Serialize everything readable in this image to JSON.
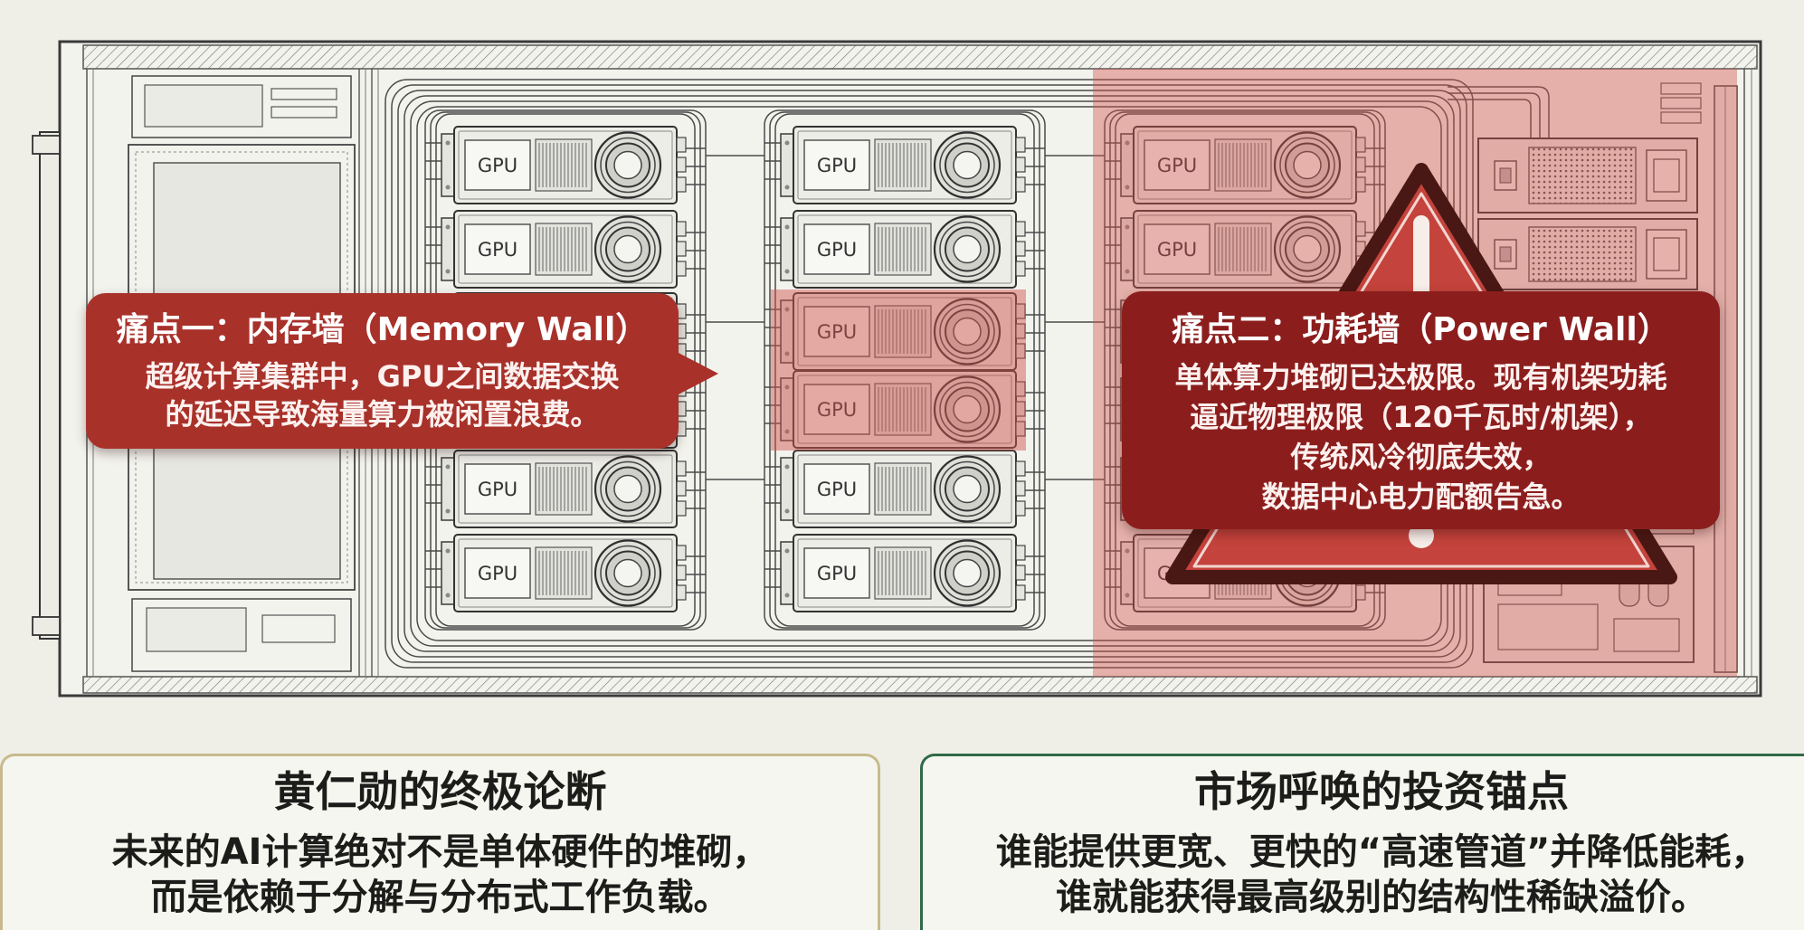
{
  "diagram": {
    "gpu_label": "GPU"
  },
  "callouts": [
    {
      "title": "痛点一：内存墙（Memory Wall）",
      "lines": [
        "超级计算集群中，GPU之间数据交换",
        "的延迟导致海量算力被闲置浪费。"
      ]
    },
    {
      "title": "痛点二：功耗墙（Power Wall）",
      "lines": [
        "单体算力堆砌已达极限。现有机架功耗",
        "逼近物理极限（120千瓦时/机架），",
        "传统风冷彻底失效，",
        "数据中心电力配额告急。"
      ]
    }
  ],
  "cards": [
    {
      "title": "黄仁勋的终极论断",
      "lines": [
        "未来的AI计算绝对不是单体硬件的堆砌，",
        "而是依赖于分解与分布式工作负载。"
      ]
    },
    {
      "title": "市场呼唤的投资锚点",
      "lines": [
        "谁能提供更宽、更快的“高速管道”并降低能耗，",
        "谁就能获得最高级别的结构性稀缺溢价。"
      ]
    }
  ],
  "icons": {
    "warning": "warning-triangle-icon",
    "gpu_fan": "fan-icon"
  },
  "colors": {
    "page_background": "#efefe7",
    "callout_memory_wall": "#a8312a",
    "callout_power_wall": "#8b1e1d",
    "power_zone_highlight": "#d2544d",
    "warning_triangle": "#c4433c",
    "card_left_border": "#c8ba8c",
    "card_right_border": "#2f6a47"
  }
}
